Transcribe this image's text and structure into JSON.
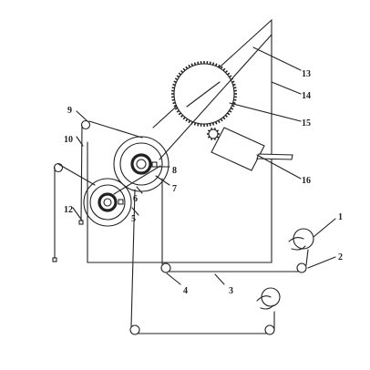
{
  "labels": {
    "l1": "1",
    "l2": "2",
    "l3": "3",
    "l4": "4",
    "l5": "5",
    "l6": "6",
    "l7": "7",
    "l8": "8",
    "l9": "9",
    "l10": "10",
    "l12": "12",
    "l13": "13",
    "l14": "14",
    "l15": "15",
    "l16": "16"
  },
  "colors": {
    "ink": "#222222",
    "background": "#ffffff"
  }
}
